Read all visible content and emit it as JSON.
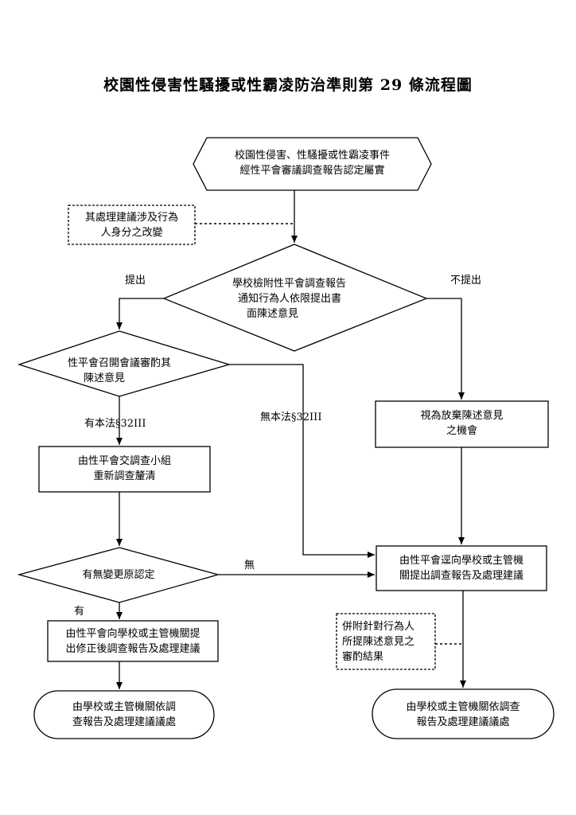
{
  "title": "校園性侵害性騷擾或性霸凌防治準則第 29 條流程圖",
  "nodes": {
    "start": {
      "line1": "校園性侵害、性騷擾或性霸凌事件",
      "line2": "經性平會審議調查報告認定屬實"
    },
    "note_identity": {
      "line1": "其處理建議涉及行為",
      "line2": "人身分之改變"
    },
    "decision_school": {
      "line1": "學校檢附性平會調查報告",
      "line2": "通知行為人依限提出書",
      "line3": "面陳述意見"
    },
    "decision_committee": {
      "line1": "性平會召開會議審酌其",
      "line2": "陳述意見"
    },
    "reinvestigate": {
      "line1": "由性平會交調查小組",
      "line2": "重新調查釐清"
    },
    "waive": {
      "line1": "視為放棄陳述意見",
      "line2": "之機會"
    },
    "decision_change": {
      "line1": "有無變更原認定"
    },
    "submit_revised": {
      "line1": "由性平會向學校或主管機關提",
      "line2": "出修正後調查報告及處理建議"
    },
    "submit_direct": {
      "line1": "由性平會逕向學校或主管機",
      "line2": "關提出調查報告及處理建議"
    },
    "note_attach": {
      "line1": "併附針對行為人",
      "line2": "所提陳述意見之",
      "line3": "審酌結果"
    },
    "end_left": {
      "line1": "由學校或主管機關依調",
      "line2": "查報告及處理建議議處"
    },
    "end_right": {
      "line1": "由學校或主管機關依調查",
      "line2": "報告及處理建議議處"
    }
  },
  "edge_labels": {
    "submit": "提出",
    "not_submit": "不提出",
    "with_law": "有本法§32III",
    "without_law": "無本法§32III",
    "none": "無",
    "has": "有"
  }
}
